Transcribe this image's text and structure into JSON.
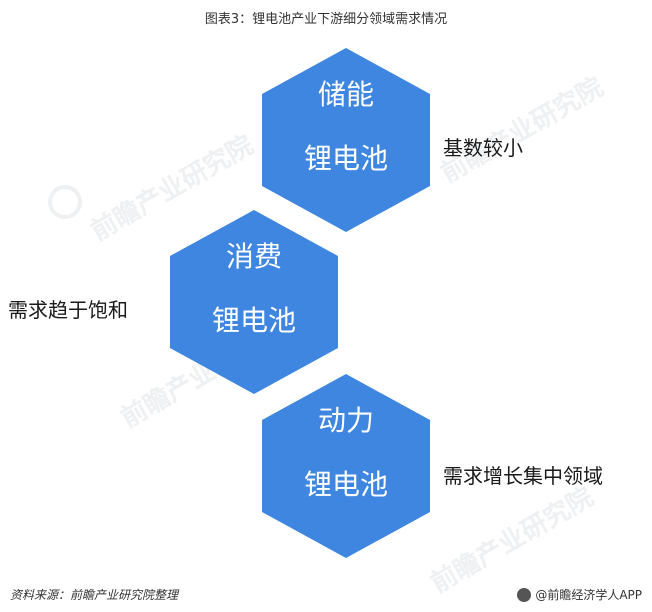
{
  "title": "图表3：锂电池产业下游细分领域需求情况",
  "colors": {
    "hex_fill": "#3f86e0",
    "text_dark": "#1a1a1a"
  },
  "nodes": [
    {
      "line1": "储能",
      "line2": "锂电池",
      "note": "基数较小"
    },
    {
      "line1": "消费",
      "line2": "锂电池",
      "note": "需求趋于饱和"
    },
    {
      "line1": "动力",
      "line2": "锂电池",
      "note": "需求增长集中领域"
    }
  ],
  "watermark": "前瞻产业研究院",
  "footer": {
    "source": "资料来源：前瞻产业研究院整理",
    "brand": "@前瞻经济学人APP"
  }
}
